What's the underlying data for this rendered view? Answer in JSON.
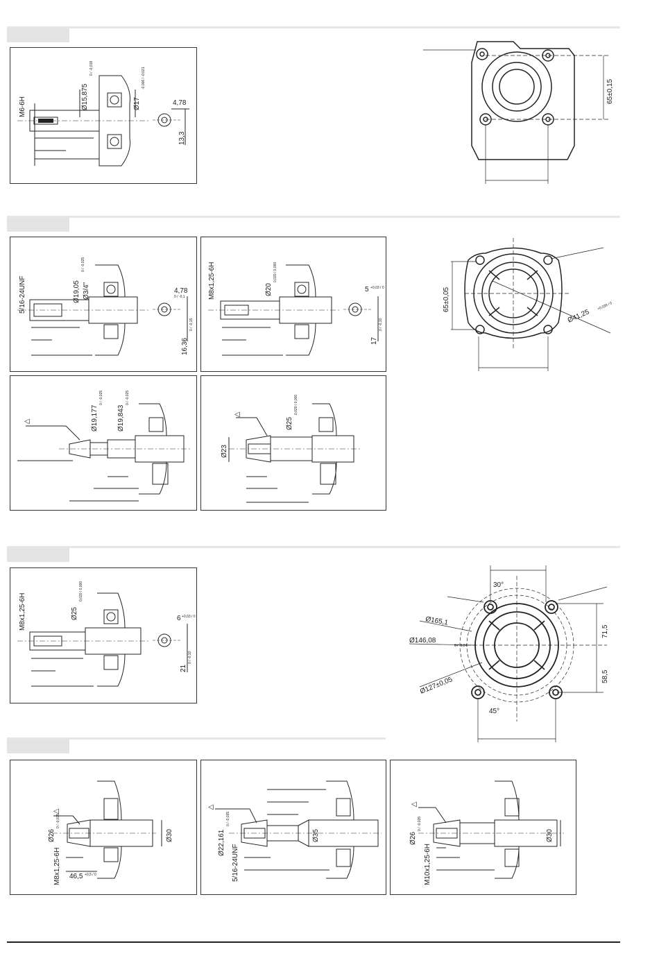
{
  "sections": [
    {
      "id": "s1",
      "panels": [
        {
          "id": "p1",
          "labels": {
            "thread": "M6-6H",
            "d1": "Ø15,875",
            "d1_tol": "0 / -0,018",
            "d2": "Ø17",
            "d2_tol": "-0,006 / -0,021",
            "key": "4,78",
            "h": "13,3"
          }
        }
      ],
      "flange": {
        "dim": "65±0,15"
      }
    },
    {
      "id": "s2",
      "panels": [
        {
          "id": "p2",
          "labels": {
            "thread": "5/16-24UNF",
            "d1": "Ø19,05",
            "d1_tol": "0 / -0,025",
            "d2": "Ø3/4\"",
            "key": "4,78",
            "key_tol": "0 / -0,1",
            "h": "16,36",
            "h_tol": "0 / -0,15"
          }
        },
        {
          "id": "p3",
          "labels": {
            "thread": "M8x1,25-6H",
            "d1": "Ø20",
            "d1_tol": "0,020 / 0,000",
            "key": "5",
            "key_tol": "+0,03 / 0",
            "h": "17",
            "h_tol": "0 / -0,10"
          }
        },
        {
          "id": "p4",
          "labels": {
            "taper": "◁",
            "d1": "Ø19,177",
            "d1_tol": "0 / -0,025",
            "d2": "Ø19,843",
            "d2_tol": "0 / -0,025"
          }
        },
        {
          "id": "p5",
          "labels": {
            "taper": "◁",
            "d1": "Ø25",
            "d1_tol": "0,020 / 0,000",
            "d2": "Ø23"
          }
        }
      ],
      "flange": {
        "dim": "65±0,05",
        "bore": "Ø41,25",
        "bore_tol": "+0,039 / 0"
      }
    },
    {
      "id": "s3",
      "panels": [
        {
          "id": "p6",
          "labels": {
            "thread": "M8x1,25-6H",
            "d1": "Ø25",
            "d1_tol": "0,020 / 0,000",
            "key": "6",
            "key_tol": "+0,03 / 0",
            "h": "21",
            "h_tol": "0 / -0,10"
          }
        }
      ],
      "flange": {
        "angle1": "30°",
        "d165": "Ø165,1",
        "d146": "Ø146,08",
        "d146_tol": "0 / -0,04",
        "d127": "Ø127±0,05",
        "h1": "71,5",
        "h2": "58,5",
        "angle2": "45°"
      }
    },
    {
      "id": "s4",
      "panels": [
        {
          "id": "p7",
          "labels": {
            "taper": "◁",
            "d1": "Ø26",
            "d1_tol": "0 / -0,035",
            "d2": "Ø30",
            "thread": "M8x1,25-6H",
            "len": "46,5",
            "len_tol": "+0,5 / 0"
          }
        },
        {
          "id": "p8",
          "labels": {
            "taper": "◁",
            "d1": "Ø22,161",
            "d1_tol": "0 / -0,025",
            "thread": "5/16-24UNF",
            "d2": "Ø35"
          }
        },
        {
          "id": "p9",
          "labels": {
            "taper": "◁",
            "d1": "Ø26",
            "d1_tol": "0 / -0,035",
            "thread": "M10x1,25-6H",
            "d2": "Ø30"
          }
        }
      ]
    }
  ]
}
